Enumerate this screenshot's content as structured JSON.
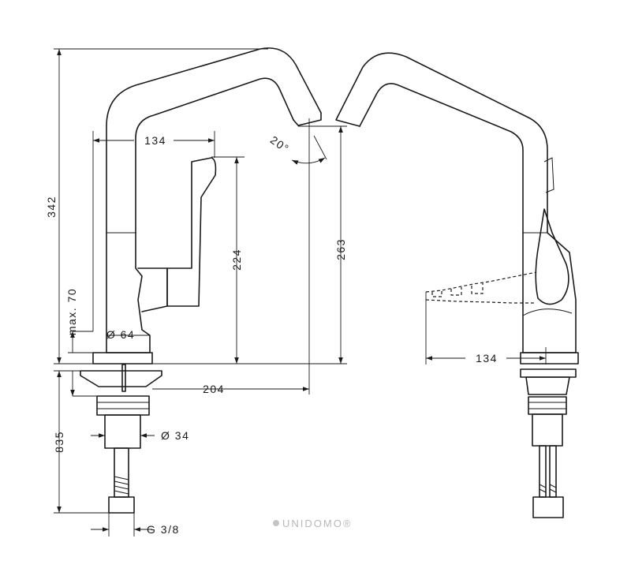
{
  "dimensions": {
    "total_height": "342",
    "spout_reach_upper": "134",
    "spout_angle": "20°",
    "handle_height": "224",
    "spout_height": "263",
    "max_deck": "max. 70",
    "base_diameter": "Ø 64",
    "overhang": "204",
    "shank_diameter": "Ø 34",
    "hose_length": "835",
    "connection": "G 3/8",
    "side_reach": "134"
  },
  "watermark": "UNIDOMO®",
  "colors": {
    "line": "#1a1a1a",
    "background": "#ffffff",
    "watermark": "#b8b8b8"
  }
}
